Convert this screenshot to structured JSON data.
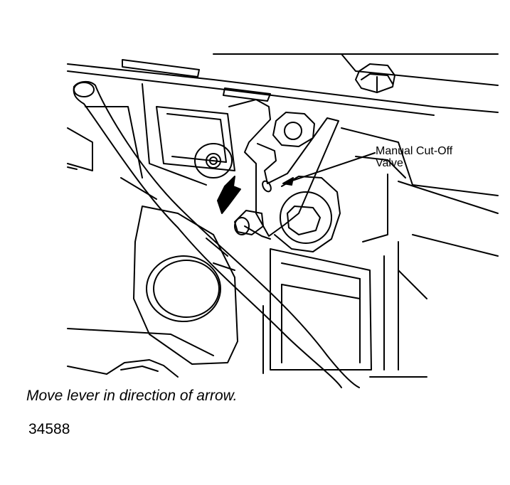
{
  "callout": {
    "line1": "Manual Cut-Off",
    "line2": "Valve"
  },
  "caption": "Move lever in direction of arrow.",
  "figure_number": "34588",
  "colors": {
    "ink": "#000000",
    "paper": "#ffffff"
  }
}
